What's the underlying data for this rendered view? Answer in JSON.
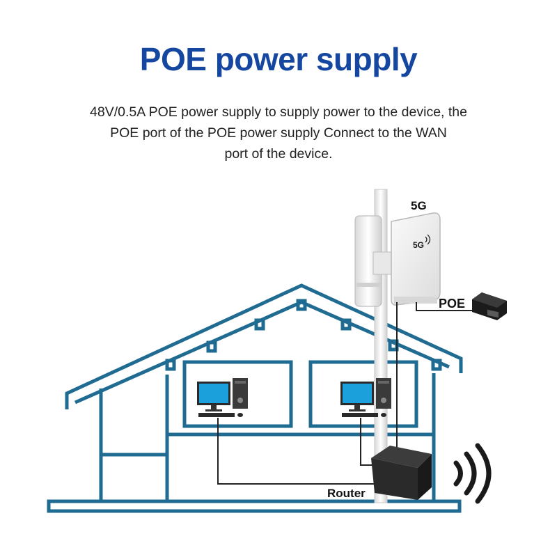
{
  "title": "POE power supply",
  "description_lines": [
    "48V/0.5A POE power supply to supply power to the device, the",
    "POE port of the POE power supply Connect to the WAN",
    "port of the device."
  ],
  "labels": {
    "device": "5G",
    "device_logo": "5G",
    "poe": "POE",
    "router": "Router"
  },
  "colors": {
    "title": "#1546a0",
    "house_outline": "#1f6b92",
    "cable": "#222222",
    "device_body": "#ececec",
    "router_body": "#2a2a2a",
    "monitor_screen": "#1ca0dc"
  }
}
